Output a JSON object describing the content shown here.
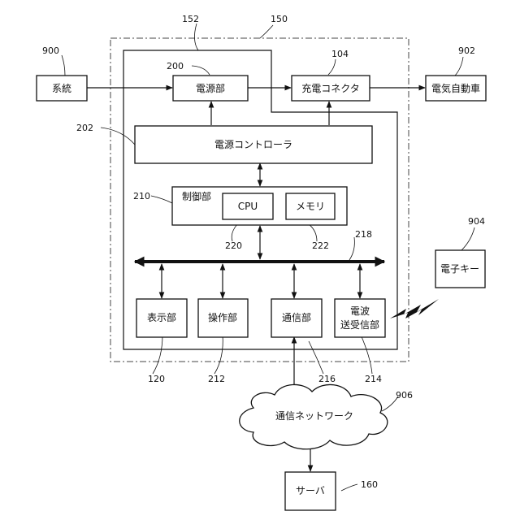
{
  "nodes": {
    "system": "系統",
    "power_unit": "電源部",
    "charging_connector": "充電コネクタ",
    "electric_vehicle": "電気自動車",
    "power_controller": "電源コントローラ",
    "control_unit": "制御部",
    "cpu": "CPU",
    "memory": "メモリ",
    "display_unit": "表示部",
    "operation_unit": "操作部",
    "communication_unit": "通信部",
    "radio_line1": "電波",
    "radio_line2": "送受信部",
    "electronic_key": "電子キー",
    "network": "通信ネットワーク",
    "server": "サーバ"
  },
  "refs": {
    "r150": "150",
    "r152": "152",
    "r900": "900",
    "r200": "200",
    "r104": "104",
    "r902": "902",
    "r202": "202",
    "r210": "210",
    "r220": "220",
    "r222": "222",
    "r218": "218",
    "r904": "904",
    "r120": "120",
    "r212": "212",
    "r216": "216",
    "r214": "214",
    "r906": "906",
    "r160": "160"
  }
}
